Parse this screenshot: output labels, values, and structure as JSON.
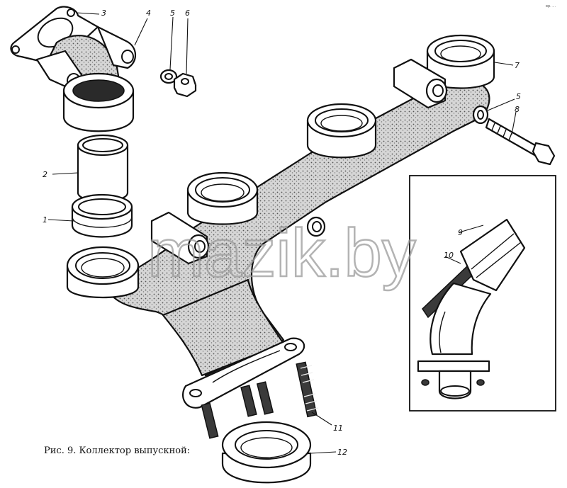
{
  "figure": {
    "caption": "Рис. 9. Коллектор выпускной:",
    "watermark": "mazik.by",
    "corner_mark": "вр. ...",
    "callouts": {
      "c1": "1",
      "c2": "2",
      "c3": "3",
      "c4": "4",
      "c5a": "5",
      "c6": "6",
      "c7": "7",
      "c5b": "5",
      "c8": "8",
      "c9": "9",
      "c10": "10",
      "c11": "11",
      "c12": "12"
    }
  }
}
